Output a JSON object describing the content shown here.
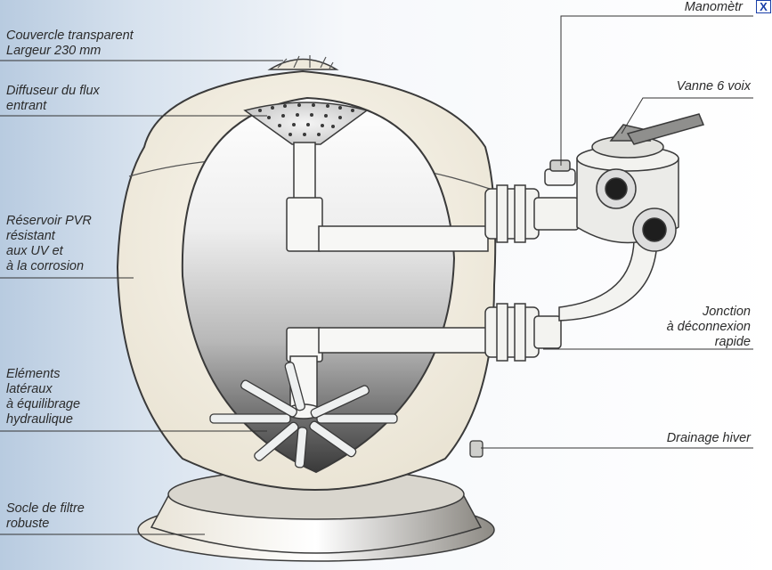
{
  "labels": {
    "lid": [
      "Couvercle transparent",
      "Largeur 230 mm"
    ],
    "diffuser": [
      "Diffuseur du flux",
      "entrant"
    ],
    "tank": [
      "Réservoir PVR",
      "résistant",
      "aux UV et",
      "à la corrosion"
    ],
    "laterals": [
      "Eléments",
      "latéraux",
      "à équilibrage",
      "hydraulique"
    ],
    "base": [
      "Socle de filtre",
      "robuste"
    ],
    "gauge": [
      "Manomètr"
    ],
    "valve": [
      "Vanne 6 voix"
    ],
    "union": [
      "Jonction",
      "à déconnexion",
      "rapide"
    ],
    "drain": [
      "Drainage hiver"
    ]
  },
  "close_button": {
    "label": "X"
  },
  "colors": {
    "leader_line": "#333333",
    "outline": "#3a3a3a",
    "body": "#f4efe2"
  }
}
